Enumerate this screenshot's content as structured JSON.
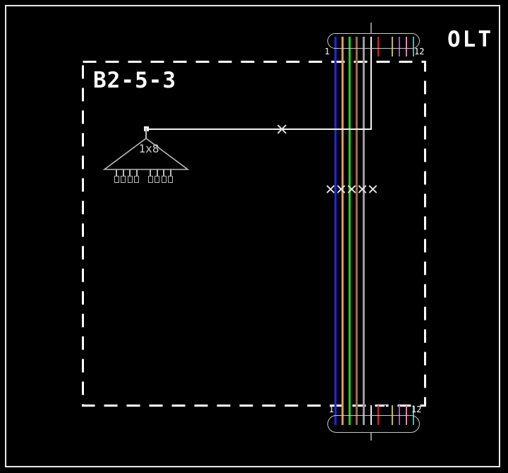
{
  "frame": {
    "border_color": "#e9e9e9"
  },
  "olt": {
    "label": "OLT"
  },
  "zone_box": {
    "label": "B2-5-3",
    "border_color": "#ffffff"
  },
  "splitter": {
    "label": "1x8",
    "ports": 8,
    "outline_color": "#bababa"
  },
  "cable": {
    "outline_color": "#cccccc",
    "top_connector": {
      "first_label": "1",
      "last_label": "12"
    },
    "bottom_connector": {
      "first_label": "1",
      "last_label": "12"
    },
    "fiber_ticks": [
      {
        "index": 1,
        "name": "blue",
        "color": "#2323e6"
      },
      {
        "index": 2,
        "name": "orange",
        "color": "#dc9a58"
      },
      {
        "index": 3,
        "name": "green",
        "color": "#25cb25"
      },
      {
        "index": 4,
        "name": "brown",
        "color": "#9a6a42"
      },
      {
        "index": 5,
        "name": "slate",
        "color": "#9c9c9c"
      },
      {
        "index": 6,
        "name": "white",
        "color": "#ededed"
      },
      {
        "index": 7,
        "name": "red",
        "color": "#cf2136"
      },
      {
        "index": 8,
        "name": "black",
        "color": "#000000"
      },
      {
        "index": 9,
        "name": "yellow",
        "color": "#bcbc49"
      },
      {
        "index": 10,
        "name": "violet",
        "color": "#a94fd0"
      },
      {
        "index": 11,
        "name": "rose",
        "color": "#e083b2"
      },
      {
        "index": 12,
        "name": "aqua",
        "color": "#2cc1c1"
      }
    ],
    "through_fibers": [
      1,
      2,
      3,
      4,
      5
    ],
    "drop_fiber": 6,
    "drop_line_color": "#f2f2f2",
    "trunk_splice_count": 5,
    "drop_splice_count": 1,
    "splice_color": "#e2e2e2",
    "stub_color": "#8d8d8d"
  }
}
